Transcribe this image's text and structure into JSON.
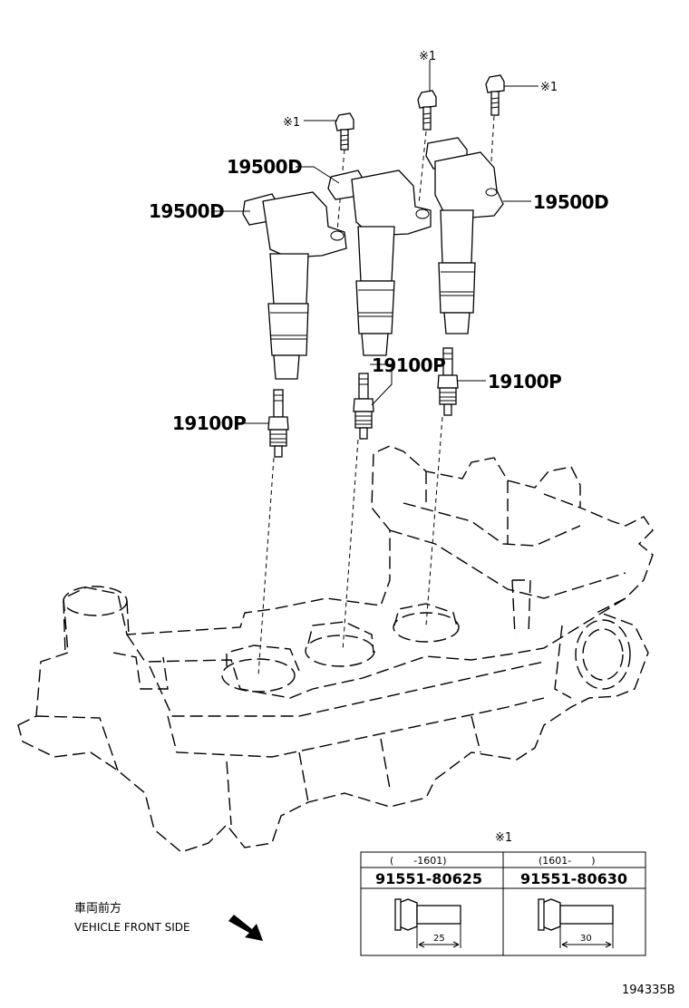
{
  "labels": {
    "coil_left": "19500D",
    "coil_mid": "19500D",
    "coil_right": "19500D",
    "plug_left": "19100P",
    "plug_mid": "19100P",
    "plug_right": "19100P"
  },
  "bolt_marks": {
    "left": "※1",
    "mid": "※1",
    "right": "※1"
  },
  "table": {
    "mark": "※1",
    "col1_range": "(　　-1601)",
    "col2_range": "(1601-　　)",
    "col1_part": "91551-80625",
    "col2_part": "91551-80630",
    "col1_dim": "25",
    "col2_dim": "30"
  },
  "front": {
    "jp": "車両前方",
    "en": "VEHICLE FRONT SIDE"
  },
  "figure_id": "194335B"
}
